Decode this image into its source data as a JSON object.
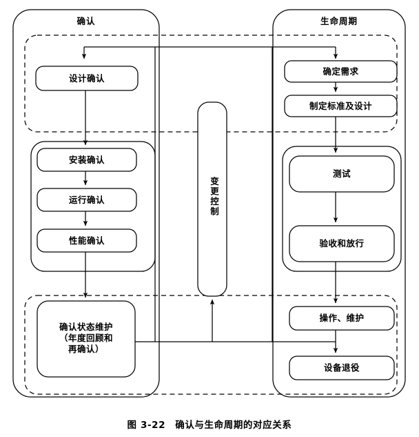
{
  "figure": {
    "caption_number": "图 3-22",
    "caption_text": "确认与生命周期的对应关系",
    "caption_full": "图 3-22　确认与生命周期的对应关系"
  },
  "panels": {
    "left": {
      "title": "确认"
    },
    "right": {
      "title": "生命周期"
    }
  },
  "center": {
    "change_control": "变更控制"
  },
  "nodes": {
    "design_qualification": "设计确认",
    "installation_qualification": "安装确认",
    "operational_qualification": "运行确认",
    "performance_qualification": "性能确认",
    "qualification_status_maintenance_line1": "确认状态维护",
    "qualification_status_maintenance_line2": "（年度回顾和",
    "qualification_status_maintenance_line3": "再确认）",
    "define_requirements": "确定需求",
    "set_standards_and_design": "制定标准及设计",
    "testing": "测试",
    "acceptance_and_release": "验收和放行",
    "operation_maintenance": "操作、维护",
    "equipment_retirement": "设备退役"
  },
  "colors": {
    "stroke": "#000000",
    "fill": "#ffffff",
    "background": "#ffffff"
  }
}
